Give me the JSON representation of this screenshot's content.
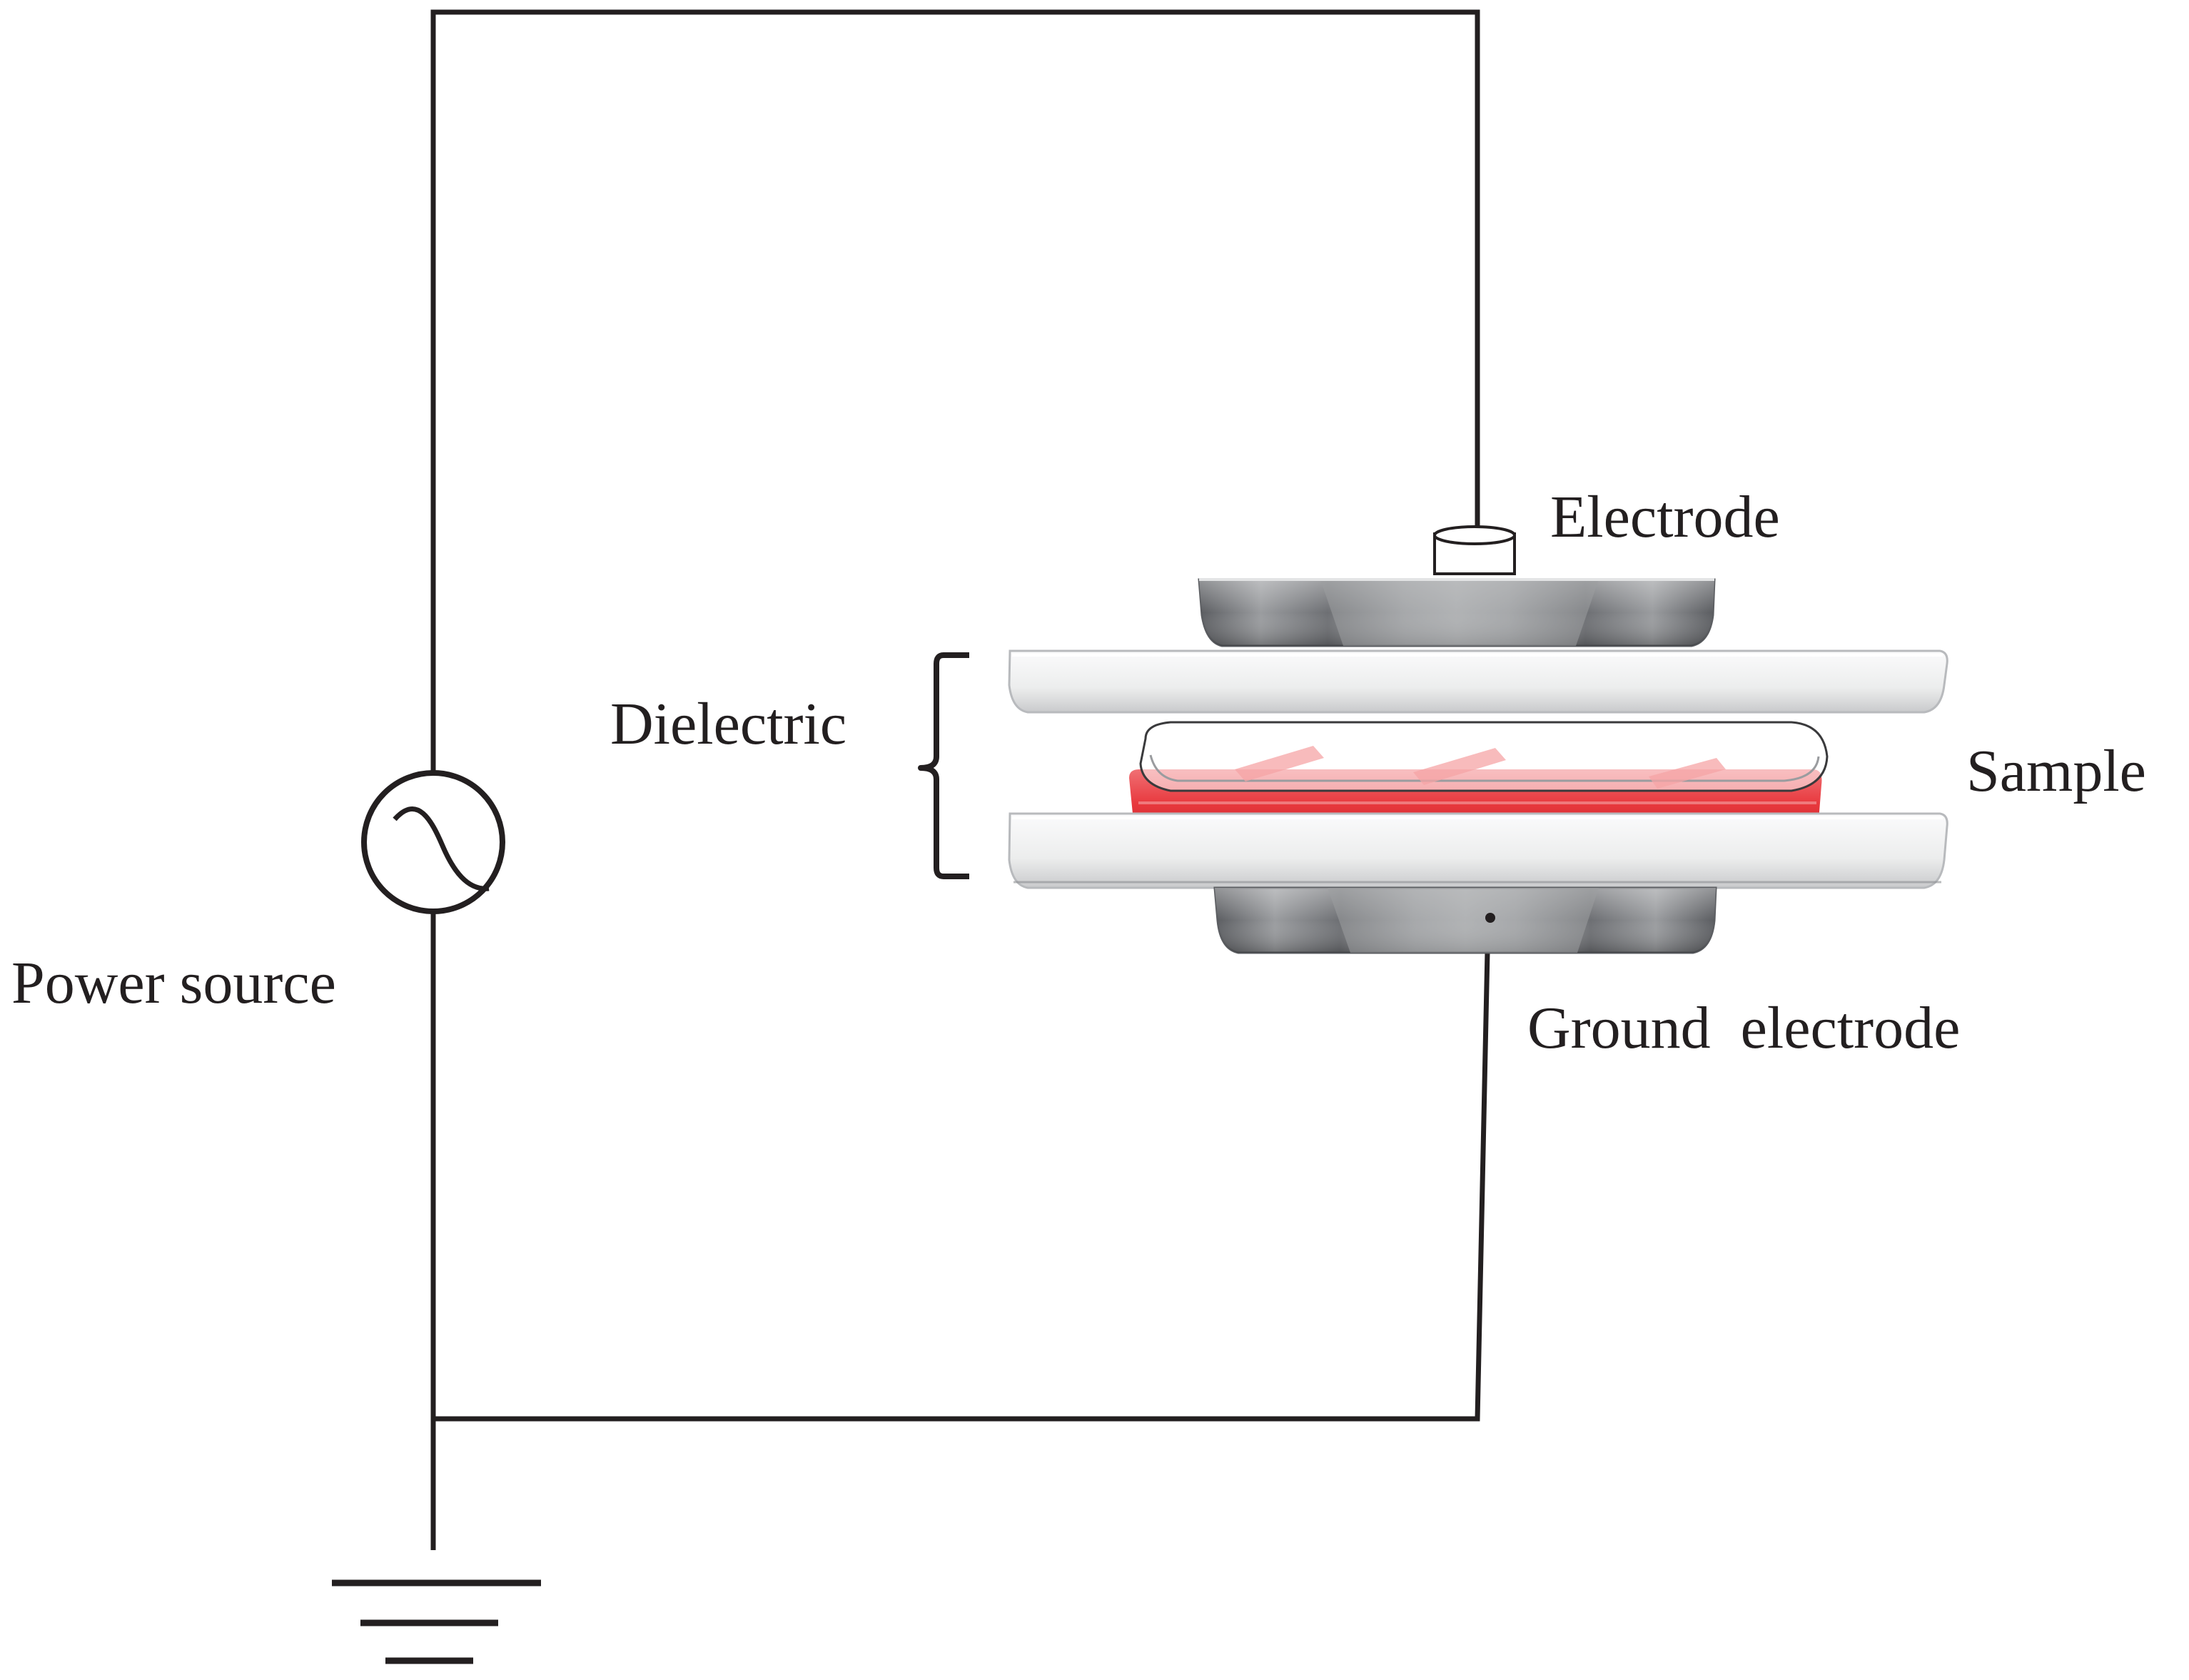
{
  "labels": {
    "electrode": "Electrode",
    "dielectric": "Dielectric",
    "sample": "Sample",
    "power_source": "Power source",
    "ground_electrode": "Ground  electrode"
  },
  "colors": {
    "line": "#231f20",
    "electrode_dark": "#5f6164",
    "electrode_mid": "#8a8c8f",
    "electrode_light": "#b9bbbe",
    "dielectric_fill": "#f2f3f4",
    "dielectric_edge": "#b8babd",
    "sample_liquid": "#e8383d",
    "sample_highlight": "#f5a4a6"
  }
}
